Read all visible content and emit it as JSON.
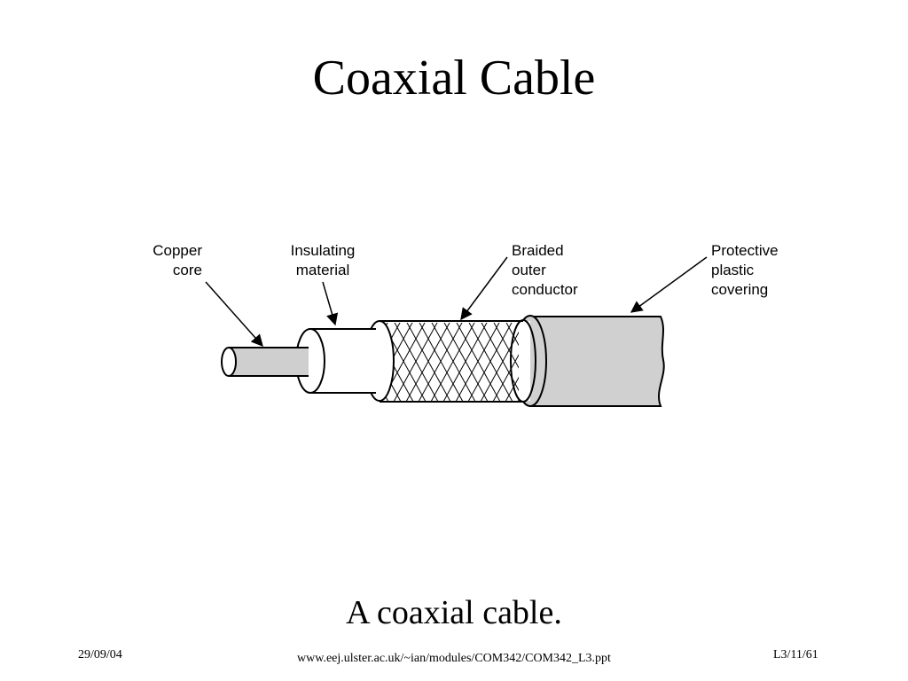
{
  "slide": {
    "title": "Coaxial Cable",
    "caption": "A coaxial cable."
  },
  "labels": {
    "copper_core": [
      "Copper",
      "core"
    ],
    "insulating_material": [
      "Insulating",
      "material"
    ],
    "braided_outer_conductor": [
      "Braided",
      "outer",
      "conductor"
    ],
    "protective_plastic_covering": [
      "Protective",
      "plastic",
      "covering"
    ]
  },
  "footer": {
    "date": "29/09/04",
    "url": "www.eej.ulster.ac.uk/~ian/modules/COM342/COM342_L3.ppt",
    "page": "L3/11/61"
  },
  "colors": {
    "core": "#cfcfcf",
    "covering": "#d0d0d0",
    "insulation": "#ffffff",
    "ink": "#000000"
  }
}
